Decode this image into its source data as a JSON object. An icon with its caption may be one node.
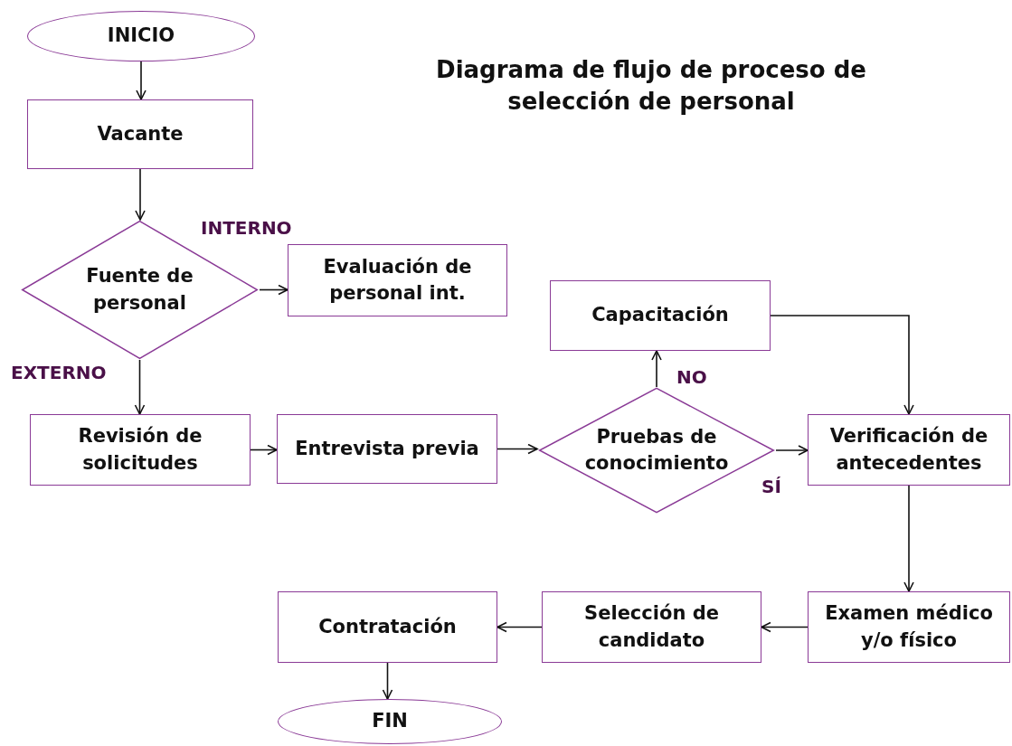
{
  "diagram": {
    "title": "Diagrama de flujo de proceso de selección de personal",
    "nodes": [
      {
        "text": [
          "INICIO"
        ]
      },
      {
        "text": [
          "Vacante"
        ]
      },
      {
        "text": [
          "Fuente de personal"
        ]
      },
      {
        "text": [
          "Evaluación de personal int."
        ]
      },
      {
        "text": [
          "Capacitación"
        ]
      },
      {
        "text": [
          "Revisión de solicitudes"
        ]
      },
      {
        "text": [
          "Entrevista previa"
        ]
      },
      {
        "text": [
          "Pruebas de conocimiento"
        ]
      },
      {
        "text": [
          "Verificación de antecedentes"
        ]
      },
      {
        "text": [
          "Examen médico y/o físico"
        ]
      },
      {
        "text": [
          "Selección de candidato"
        ]
      },
      {
        "text": [
          "Contratación"
        ]
      },
      {
        "text": [
          "FIN"
        ]
      }
    ],
    "edges": [
      {
        "from": 0,
        "to": 1,
        "arrow": "to"
      },
      {
        "from": 1,
        "to": 2,
        "arrow": "to"
      },
      {
        "from": 2,
        "to": 3,
        "arrow": "to",
        "label": "INTERNO"
      },
      {
        "from": 2,
        "to": 5,
        "arrow": "to",
        "label": "EXTERNO"
      },
      {
        "from": 5,
        "to": 6,
        "arrow": "to"
      },
      {
        "from": 6,
        "to": 7,
        "arrow": "to"
      },
      {
        "from": 7,
        "to": 4,
        "arrow": "to",
        "label": "NO"
      },
      {
        "from": 7,
        "to": 8,
        "arrow": "to",
        "label": "SÍ"
      },
      {
        "from": 4,
        "to": 8,
        "arrow": "to"
      },
      {
        "from": 8,
        "to": 9,
        "arrow": "to"
      },
      {
        "from": 9,
        "to": 10,
        "arrow": "to"
      },
      {
        "from": 10,
        "to": 11,
        "arrow": "to"
      },
      {
        "from": 11,
        "to": 12,
        "arrow": "to"
      }
    ]
  }
}
